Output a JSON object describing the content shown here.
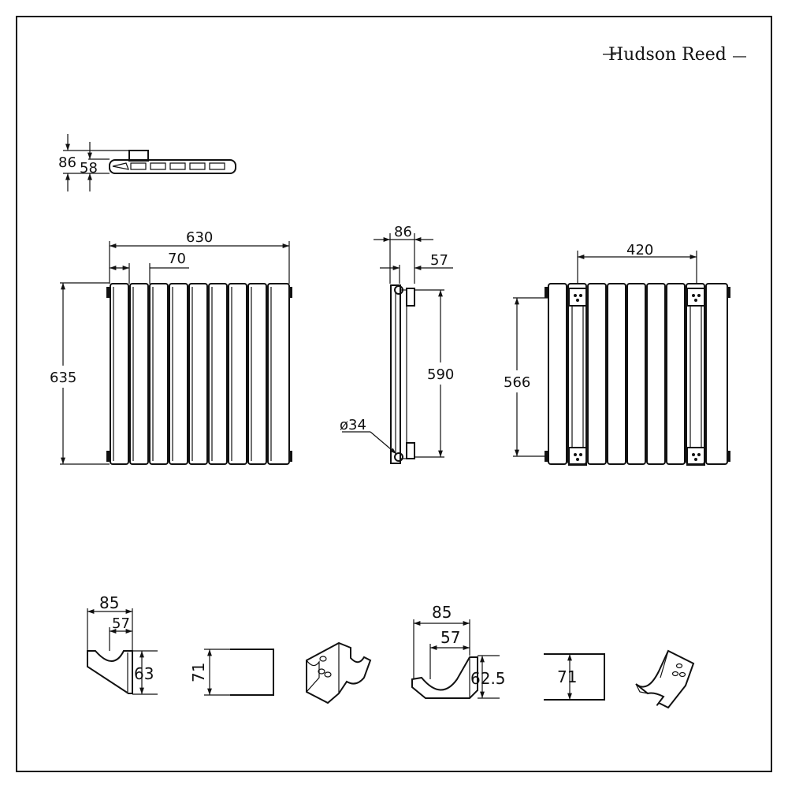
{
  "brand": "Hudson Reed",
  "dimensions": {
    "top_view": {
      "depth_outer": "86",
      "depth_inner": "58"
    },
    "front_view": {
      "width": "630",
      "column_pitch": "70",
      "height": "635"
    },
    "side_view": {
      "depth_outer": "86",
      "depth_inner": "57",
      "bracket_height": "590",
      "pipe_diameter": "ø34"
    },
    "rear_view": {
      "bracket_spacing": "420",
      "bracket_height": "566"
    },
    "bracket_a": {
      "width_outer": "85",
      "width_inner": "57",
      "height": "63",
      "plate_height": "71"
    },
    "bracket_b": {
      "width_outer": "85",
      "width_inner": "57",
      "height": "62.5",
      "plate_height": "71"
    }
  },
  "colors": {
    "line": "#111111",
    "background": "#ffffff"
  }
}
